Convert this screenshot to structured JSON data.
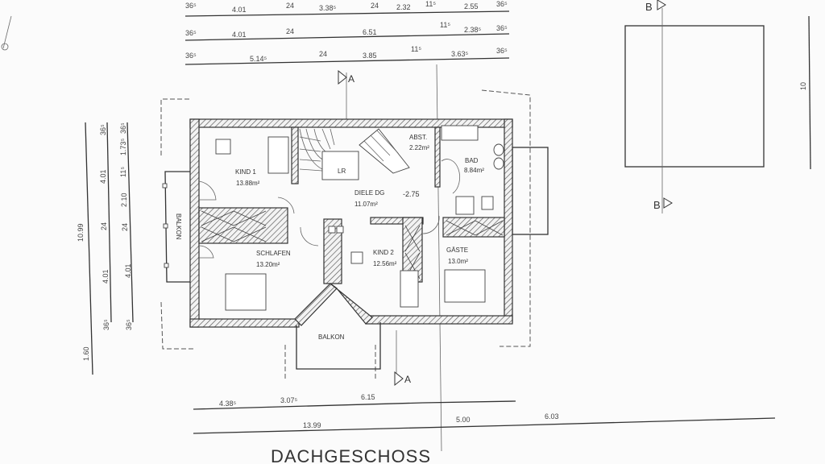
{
  "plan": {
    "title": "DACHGESCHOSS",
    "section_markers": {
      "a_top": "A",
      "a_bottom": "A",
      "b_top": "B",
      "b_bottom": "B"
    },
    "rooms": {
      "kind1": {
        "name": "KIND 1",
        "area": "13.88m²"
      },
      "abst": {
        "name": "ABST.",
        "area": "2.22m²"
      },
      "bad": {
        "name": "BAD",
        "area": "8.84m²"
      },
      "diele": {
        "name": "DIELE DG",
        "area": "11.07m²"
      },
      "level": "-2.75",
      "lr": "LR",
      "schlafen": {
        "name": "SCHLAFEN",
        "area": "13.20m²"
      },
      "kind2": {
        "name": "KIND 2",
        "area": "12.56m²"
      },
      "gaeste": {
        "name": "GÄSTE",
        "area": "13.0m²"
      },
      "balkon_left": "BALKON",
      "balkon_bottom": "BALKON"
    },
    "dims_top": {
      "row1": [
        "36⁵",
        "4.01",
        "24",
        "3.38⁵",
        "24",
        "2.32",
        "11⁵",
        "2.55",
        "36⁵"
      ],
      "row2": [
        "36⁵",
        "4.01",
        "24",
        "6.51",
        "11⁵",
        "2.38⁵",
        "36⁵"
      ],
      "row3": [
        "36⁵",
        "5.14⁵",
        "24",
        "3.85",
        "11⁵",
        "3.63⁵",
        "36⁵"
      ]
    },
    "dims_left": {
      "outer": [
        "10.99",
        "1.60"
      ],
      "col2": [
        "36⁵",
        "4.01",
        "24",
        "4.01",
        "36⁵"
      ],
      "col3": [
        "36⁵",
        "1.73⁵",
        "11⁵",
        "2.10",
        "24",
        "4.01",
        "36⁵"
      ]
    },
    "dims_bottom": {
      "row1": [
        "4.38⁵",
        "3.07⁵",
        "6.15"
      ],
      "row2": [
        "13.99",
        "5.00",
        "6.03"
      ]
    },
    "right_box_dim": "10"
  }
}
